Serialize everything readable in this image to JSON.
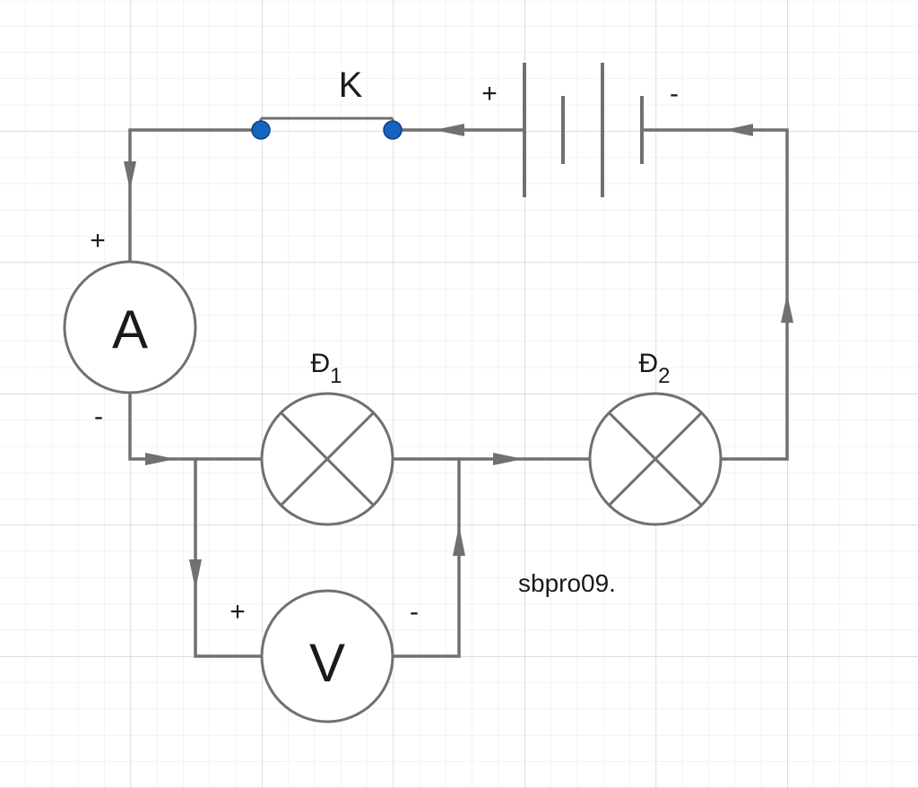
{
  "switch": {
    "label": "K",
    "node_color": "#1565c0"
  },
  "battery": {
    "plus_label": "+",
    "minus_label": "-"
  },
  "ammeter": {
    "symbol": "A",
    "plus_label": "+",
    "minus_label": "-"
  },
  "voltmeter": {
    "symbol": "V",
    "plus_label": "+",
    "minus_label": "-"
  },
  "lamp1": {
    "label_main": "Đ",
    "label_sub": "1"
  },
  "lamp2": {
    "label_main": "Đ",
    "label_sub": "2"
  },
  "watermark": "sbpro09.",
  "colors": {
    "wire": "#707070",
    "grid_minor": "#e6e6e6",
    "grid_major": "#c8c8c8"
  }
}
